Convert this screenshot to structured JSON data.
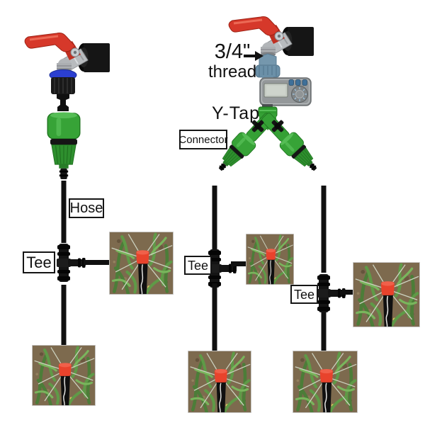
{
  "diagram": {
    "labels": {
      "thread_size": "3/4\"",
      "thread_word": "thread",
      "y_tap": "Y-Tap",
      "connector": "Connector",
      "hose": "Hose",
      "tee": "Tee"
    },
    "icons": {
      "thread_arrow": "right-arrow",
      "photo_subject": "red-dripper-emitter-in-grass"
    },
    "photo_count": 6,
    "colors": {
      "background": "#ffffff",
      "hose_black": "#101010",
      "connector_green": "#37a337",
      "handle_red": "#d6382a",
      "tap_adapter_blue": "#2b3fd0",
      "thread_adapter_blue_gray": "#6b90a8",
      "timer_gray": "#94989a",
      "timer_button_blue": "#3f7099",
      "dripper_red": "#e8432c",
      "grass_green": "#5f9a47",
      "soil_brown": "#7d6a4e"
    }
  }
}
